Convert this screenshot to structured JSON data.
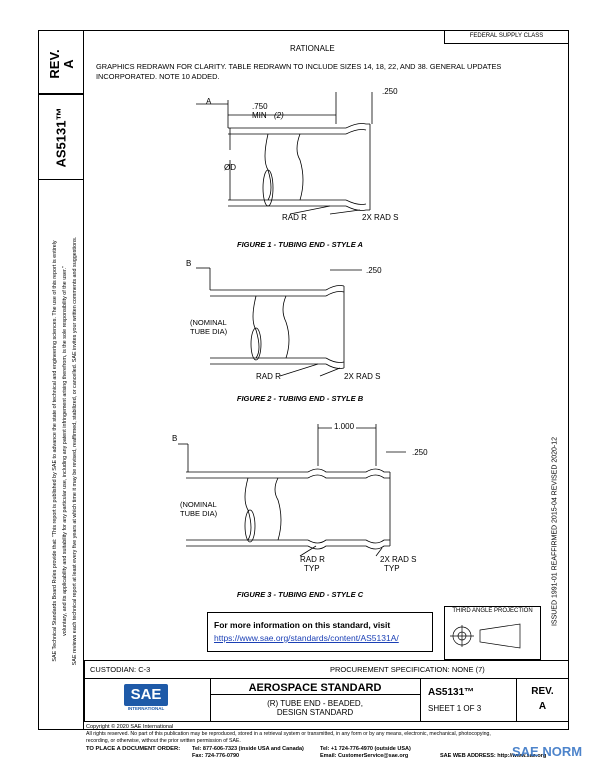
{
  "doc": {
    "number_vertical": "AS5131™",
    "rev_label": "REV.",
    "rev_value": "A",
    "federal_supply": "FEDERAL SUPPLY CLASS",
    "rationale_title": "RATIONALE",
    "rationale_line1": "GRAPHICS REDRAWN FOR CLARITY. TABLE REDRAWN TO INCLUDE SIZES 14, 18, 22, AND 38. GENERAL UPDATES",
    "rationale_line2": "INCORPORATED. NOTE 10 ADDED.",
    "left_notice_1": "SAE Technical Standards Board Rules provide that: \"This report is published by SAE to advance the state of technical and engineering sciences. The use of this report is entirely",
    "left_notice_2": "voluntary, and its applicability and suitability for any particular use, including any patent infringement arising therefrom, is the sole responsibility of the user.\"",
    "left_notice_3": "SAE reviews each technical report at least every five years at which time it may be revised, reaffirmed, stabilized, or cancelled. SAE invites your written comments and suggestions.",
    "right_dates": "ISSUED 1991-01    REAFFIRMED 2015-04    REVISED 2020-12"
  },
  "figures": {
    "fig1": {
      "caption": "FIGURE 1 - TUBING END - STYLE A",
      "label_a": "A",
      "dim_750": ".750",
      "min_label": "MIN",
      "note2": "(2)",
      "dim_250": ".250",
      "od_label": "ØD",
      "rad_r": "RAD R",
      "rad_s": "2X RAD S"
    },
    "fig2": {
      "caption": "FIGURE 2 - TUBING END - STYLE B",
      "label_b": "B",
      "dim_250": ".250",
      "nominal_1": "(NOMINAL",
      "nominal_2": "TUBE DIA)",
      "rad_r": "RAD R",
      "rad_s": "2X RAD S"
    },
    "fig3": {
      "caption": "FIGURE 3 - TUBING END - STYLE C",
      "label_b": "B",
      "dim_1000": "1.000",
      "dim_250": ".250",
      "nominal_1": "(NOMINAL",
      "nominal_2": "TUBE DIA)",
      "rad_r": "RAD R",
      "typ_1": "TYP",
      "rad_s": "2X RAD S",
      "typ_2": "TYP"
    }
  },
  "info_box": {
    "heading": "For more information on this standard, visit",
    "url": "https://www.sae.org/standards/content/AS5131A/"
  },
  "projection": {
    "label": "THIRD ANGLE PROJECTION"
  },
  "title_block": {
    "custodian": "CUSTODIAN: C-3",
    "procurement": "PROCUREMENT SPECIFICATION: NONE (7)",
    "logo_text": "SAE",
    "logo_sub": "INTERNATIONAL",
    "aerospace_standard": "AEROSPACE STANDARD",
    "title_line1": "(R) TUBE END - BEADED,",
    "title_line2": "DESIGN STANDARD",
    "doc_number": "AS5131™",
    "sheet": "SHEET 1 OF 3",
    "rev_label": "REV.",
    "rev_value": "A"
  },
  "footer": {
    "copyright": "Copyright © 2020 SAE International",
    "rights": "All rights reserved. No part of this publication may be reproduced, stored in a retrieval system or transmitted, in any form or by any means, electronic, mechanical, photocopying,",
    "rights2": "recording, or otherwise, without the prior written permission of SAE.",
    "order_label": "TO PLACE A DOCUMENT ORDER:",
    "tel1": "Tel:   877-606-7323 (inside USA and Canada)",
    "tel2": "Tel:   +1 724-776-4970 (outside USA)",
    "fax": "Fax:  724-776-0790",
    "email": "Email: CustomerService@sae.org",
    "web": "SAE WEB ADDRESS:  http://www.sae.org",
    "watermark": "SAE NORM"
  }
}
